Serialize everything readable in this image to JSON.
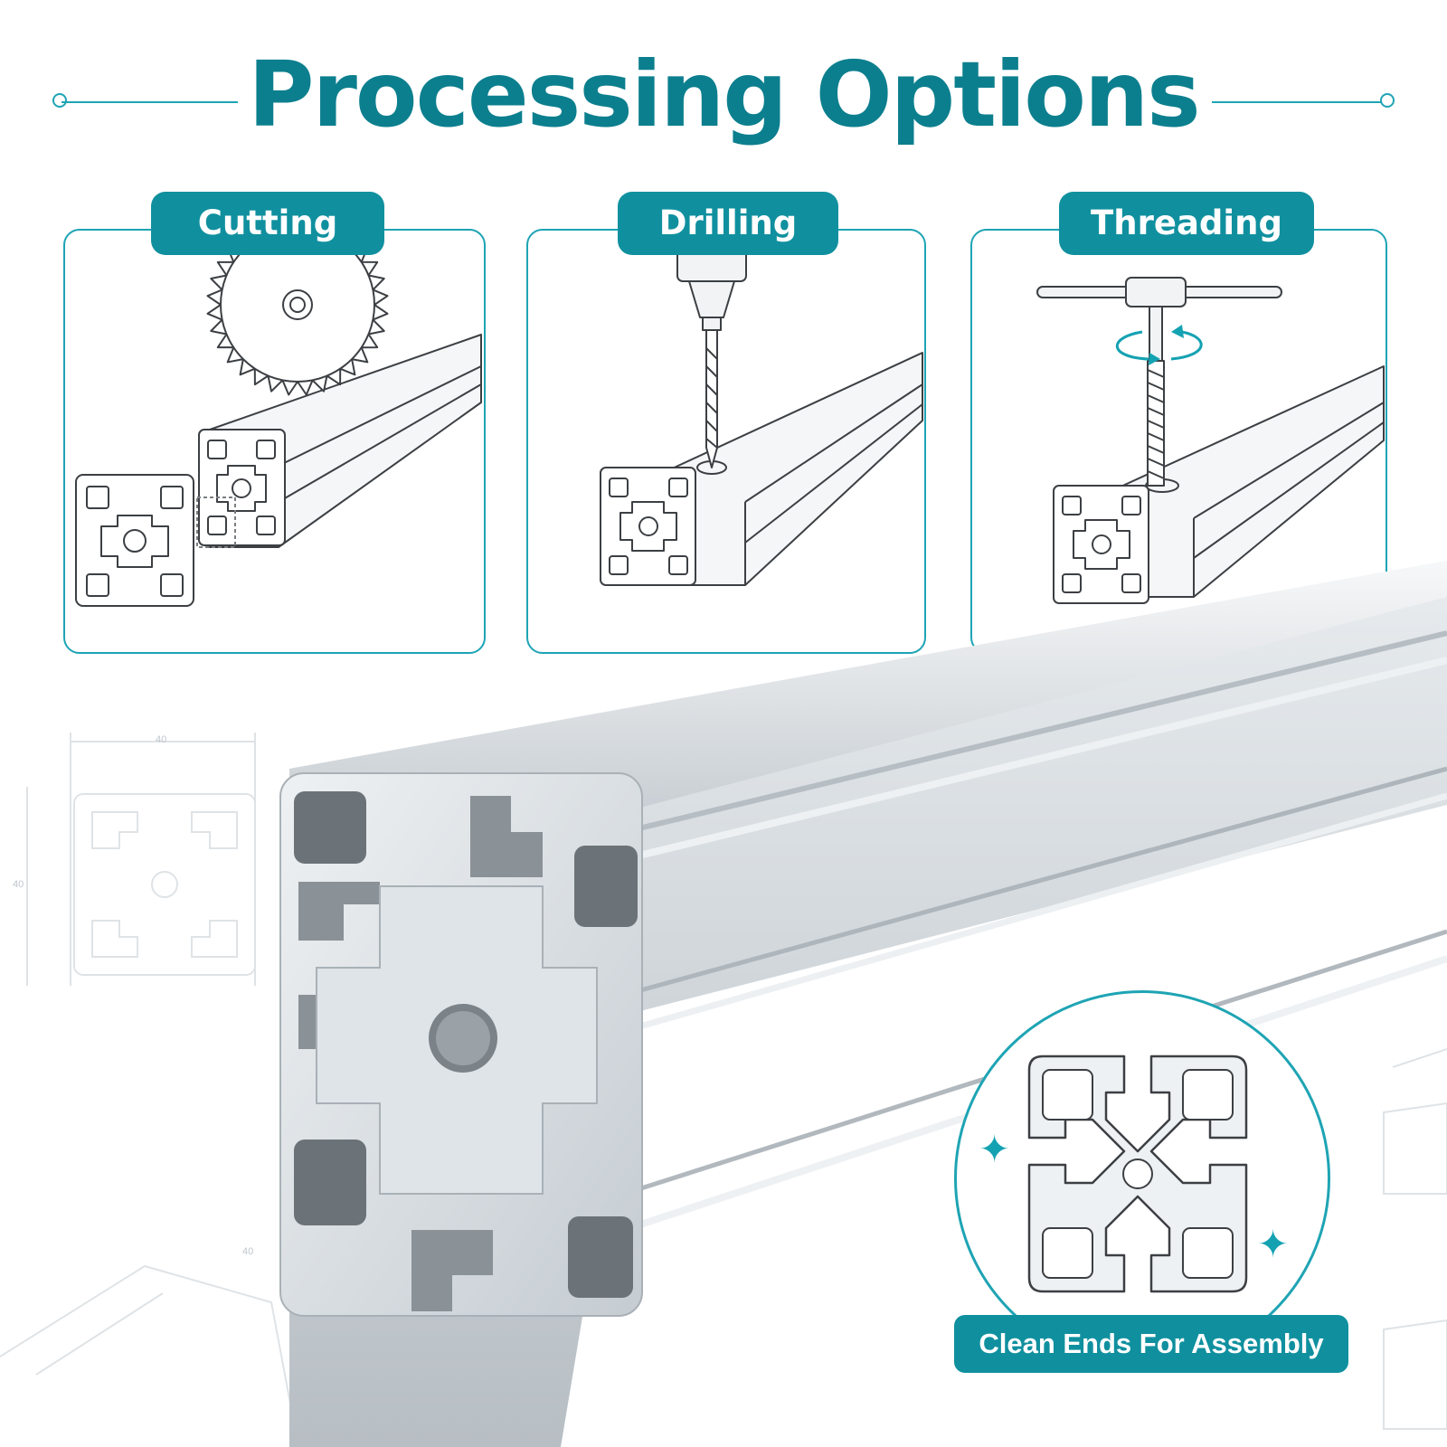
{
  "header": {
    "title": "Processing Options"
  },
  "panels": [
    {
      "label": "Cutting",
      "tool_icon": "saw-blade-icon"
    },
    {
      "label": "Drilling",
      "tool_icon": "drill-bit-icon"
    },
    {
      "label": "Threading",
      "tool_icon": "tap-wrench-icon"
    }
  ],
  "drawing": {
    "dim_top": "40",
    "dim_side": "40",
    "dim_bottom": "40"
  },
  "inset": {
    "label": "Clean Ends For Assembly"
  },
  "colors": {
    "accent": "#10909f",
    "accent_light": "#1ea4b4",
    "aluminum": "#d7dce0",
    "line": "#3c3f43"
  }
}
